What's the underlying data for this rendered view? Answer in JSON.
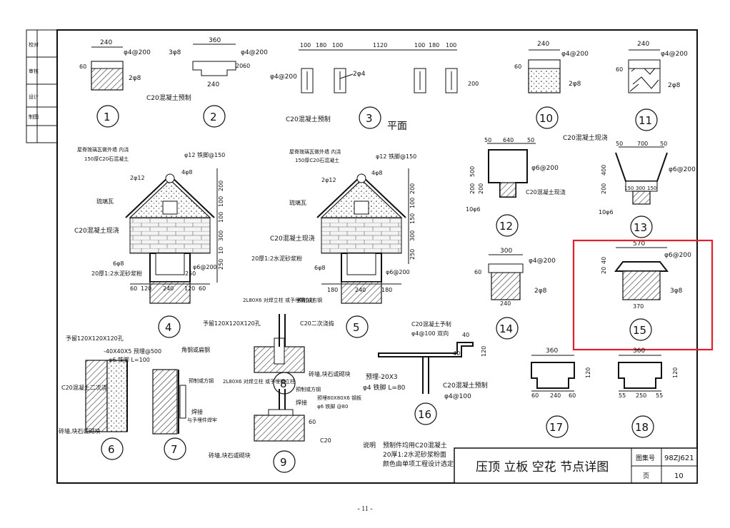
{
  "stamp_texts": [
    "校对",
    "审核",
    "设计",
    "制图"
  ],
  "details": [
    {
      "no": "1",
      "dims": [
        "240",
        "60"
      ],
      "labels": [
        "φ4@200",
        "2φ8"
      ]
    },
    {
      "no": "2",
      "dims": [
        "360",
        "240",
        "20",
        "60"
      ],
      "labels": [
        "3φ8",
        "φ4@200",
        "C20混凝土预制"
      ]
    },
    {
      "no": "3",
      "dims": [
        "100",
        "180",
        "100",
        "1120",
        "100",
        "180",
        "100",
        "200"
      ],
      "labels": [
        "φ4@200",
        "2φ4",
        "C20混凝土预制",
        "平面"
      ]
    },
    {
      "no": "4",
      "dims": [
        "60",
        "120",
        "240",
        "120",
        "60",
        "200",
        "100",
        "100",
        "300",
        "10",
        "250",
        "250"
      ],
      "labels": [
        "屋脊琉璃瓦做外墙 内浇",
        "150厚C20石混凝土",
        "φ12 铁脚@150",
        "2φ12",
        "4φ8",
        "琉璃瓦",
        "C20混凝土现浇",
        "6φ8",
        "20厚1:2水泥砂浆粉",
        "φ6@200"
      ]
    },
    {
      "no": "5",
      "dims": [
        "180",
        "240",
        "180",
        "200",
        "100",
        "150",
        "300",
        "250"
      ],
      "labels": [
        "屋脊琉璃瓦做外墙 内浇",
        "150厚C20石混凝土",
        "φ12 铁脚@150",
        "2φ12",
        "4φ8",
        "琉璃瓦",
        "C20混凝土现浇",
        "20厚1:2水泥砂浆粉",
        "6φ8",
        "φ6@200"
      ]
    },
    {
      "no": "6",
      "dims": [
        "L=100"
      ],
      "labels": [
        "予留120X120X120孔",
        "-40X40X5 预埋@500",
        "φ6 铁脚 L=100",
        "C20混凝土二次浇",
        "砖墙,块石或砌块"
      ]
    },
    {
      "no": "7",
      "dims": [],
      "labels": [
        "角钢或扁钢",
        "预制或方钢",
        "焊接",
        "与予埋件焊牢"
      ]
    },
    {
      "no": "8",
      "dims": [],
      "labels": [
        "2L80X6 对焊立柱 或予埋钢立柱",
        "预制或方钢",
        "予留120X120X120孔",
        "C20二次浇捣",
        "砖墙,块石或砌块"
      ]
    },
    {
      "no": "9",
      "dims": [
        "60"
      ],
      "labels": [
        "2L80X6 对焊立柱 或予埋钢立柱",
        "预制或方钢",
        "焊接",
        "预埋80X80X6 钢板",
        "φ6 铁脚 @80",
        "C20",
        "砖墙,块石或砌块"
      ]
    },
    {
      "no": "10",
      "dims": [
        "240",
        "60"
      ],
      "labels": [
        "φ4@200",
        "2φ8"
      ]
    },
    {
      "no": "11",
      "dims": [
        "240",
        "60"
      ],
      "labels": [
        "φ4@200",
        "2φ8"
      ]
    },
    {
      "no": "12",
      "dims": [
        "50",
        "640",
        "50",
        "500",
        "200",
        "200"
      ],
      "labels": [
        "φ6@200",
        "C20混凝土现浇",
        "10φ6"
      ]
    },
    {
      "no": "13",
      "dims": [
        "50",
        "700",
        "50",
        "400",
        "200",
        "150",
        "300",
        "150"
      ],
      "labels": [
        "C20混凝土现浇",
        "φ6@200",
        "10φ6"
      ]
    },
    {
      "no": "14",
      "dims": [
        "300",
        "240",
        "60"
      ],
      "labels": [
        "φ4@200",
        "2φ8"
      ]
    },
    {
      "no": "15",
      "dims": [
        "570",
        "20",
        "40",
        "370"
      ],
      "labels": [
        "φ6@200",
        "3φ8"
      ]
    },
    {
      "no": "16",
      "dims": [
        "40",
        "40",
        "120"
      ],
      "labels": [
        "C20混凝土予制",
        "φ4@100 双向",
        "预埋-20X3",
        "φ4 铁脚 L=80",
        "C20混凝土预制",
        "φ4@100"
      ]
    },
    {
      "no": "17",
      "dims": [
        "360",
        "120",
        "60",
        "240",
        "60"
      ],
      "labels": []
    },
    {
      "no": "18",
      "dims": [
        "360",
        "120",
        "55",
        "250",
        "55"
      ],
      "labels": []
    }
  ],
  "notes": {
    "prefix": "说明",
    "lines": [
      "预制件均用C20混凝土",
      "20厚1:2水泥砂浆粉面",
      "颜色由单项工程设计选定"
    ]
  },
  "title_block": {
    "title": "压顶  立板  空花  节点详图",
    "atlas_label": "图集号",
    "atlas_no": "98ZJ621",
    "page_label": "页",
    "page_no": "10"
  },
  "page_footer": "- 11 -",
  "colors": {
    "ink": "#111111",
    "highlight": "#e0202a",
    "paper": "#ffffff"
  }
}
